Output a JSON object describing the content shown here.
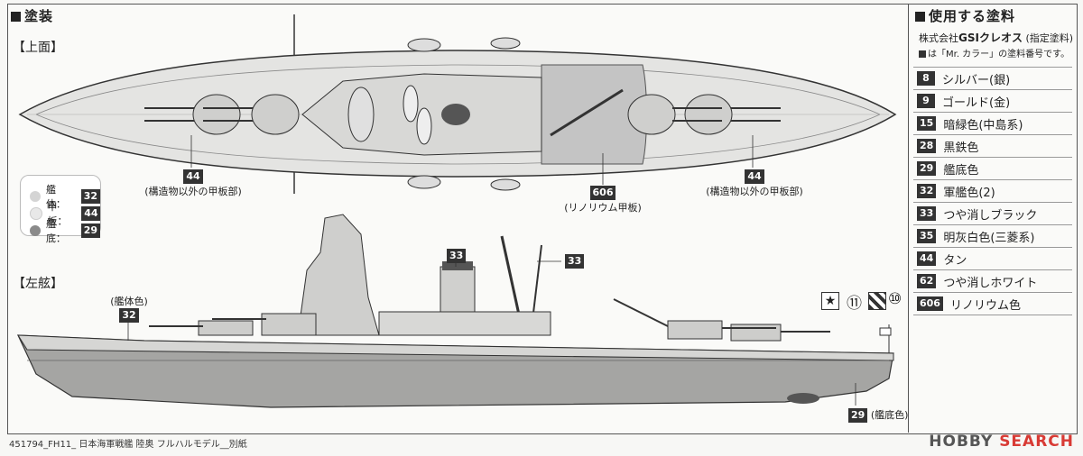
{
  "painting": {
    "title": "塗装",
    "top_view_label": "【上面】",
    "side_view_label": "【左舷】"
  },
  "callouts": {
    "deck_left": {
      "num": "44",
      "text": "(構造物以外の甲板部)"
    },
    "deck_right": {
      "num": "44",
      "text": "(構造物以外の甲板部)"
    },
    "linoleum": {
      "num": "606",
      "text": "(リノリウム甲板)"
    },
    "hull_side": {
      "num": "32",
      "text": "(艦体色)"
    },
    "funnel": {
      "num": "33"
    },
    "mast": {
      "num": "33"
    },
    "bottom": {
      "num": "29",
      "text": "(艦底色)"
    },
    "marking_11": "⑪",
    "marking_10": "⑩"
  },
  "legend": [
    {
      "label": "艦体：",
      "num": "32",
      "color": "#d4d4d4"
    },
    {
      "label": "甲板：",
      "num": "44",
      "color": "#e8e8e8"
    },
    {
      "label": "艦底：",
      "num": "29",
      "color": "#8a8a8a"
    }
  ],
  "paints": {
    "title": "使用する塗料",
    "maker_prefix": "株式会社",
    "maker_brand": "GSIクレオス",
    "maker_suffix": "(指定塗料)",
    "note": "は「Mr. カラー」の塗料番号です。",
    "items": [
      {
        "num": "8",
        "name": "シルバー(銀)"
      },
      {
        "num": "9",
        "name": "ゴールド(金)"
      },
      {
        "num": "15",
        "name": "暗緑色(中島系)"
      },
      {
        "num": "28",
        "name": "黒鉄色"
      },
      {
        "num": "29",
        "name": "艦底色"
      },
      {
        "num": "32",
        "name": "軍艦色(2)"
      },
      {
        "num": "33",
        "name": "つや消しブラック"
      },
      {
        "num": "35",
        "name": "明灰白色(三菱系)"
      },
      {
        "num": "44",
        "name": "タン"
      },
      {
        "num": "62",
        "name": "つや消しホワイト"
      },
      {
        "num": "606",
        "name": "リノリウム色"
      }
    ]
  },
  "footer": "451794_FH11_ 日本海軍戦艦 陸奥 フルハルモデル__別紙",
  "watermark": {
    "a": "HOBBY",
    "b": "SEARCH"
  }
}
